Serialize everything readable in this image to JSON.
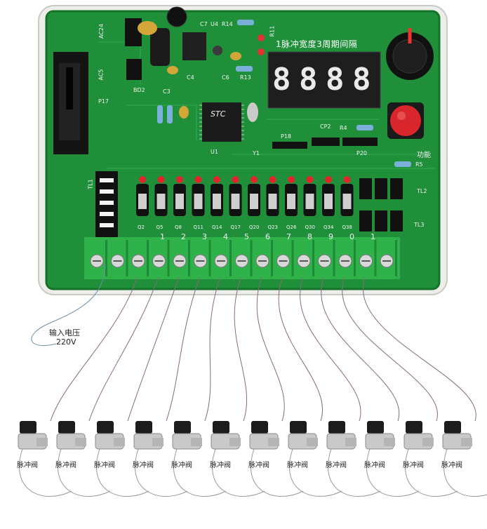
{
  "board": {
    "title_strip": "1脉冲宽度3周期间隔",
    "display_digits": [
      "8",
      "8",
      "8",
      "8"
    ],
    "chip_brand": "STC",
    "silkscreen": {
      "ac24": "AC24",
      "ac5": "AC5",
      "c7": "C7",
      "u4": "U4",
      "r14": "R14",
      "r11": "R11",
      "c6": "C6",
      "r13": "R13",
      "c4": "C4",
      "c3": "C3",
      "bd2": "BD2",
      "p17": "P17",
      "u1": "U1",
      "y1": "Y1",
      "p18": "P18",
      "cp2": "CP2",
      "r4": "R4",
      "p20": "P20",
      "r5": "R5",
      "func": "功能",
      "tl1": "TL1",
      "tl2": "TL2",
      "tl3": "TL3"
    },
    "q_labels": [
      "Q2",
      "Q5",
      "Q8",
      "Q11",
      "Q14",
      "Q17",
      "Q20",
      "Q23",
      "Q26",
      "Q30",
      "Q34",
      "Q38"
    ],
    "terminal_numbers": [
      "1",
      "2",
      "3",
      "4",
      "5",
      "6",
      "7",
      "8",
      "9",
      "0",
      "1"
    ]
  },
  "input_label_line1": "输入电压",
  "input_label_line2": "220V",
  "valves": [
    "脉冲阀",
    "脉冲阀",
    "脉冲阀",
    "脉冲阀",
    "脉冲阀",
    "脉冲阀",
    "脉冲阀",
    "脉冲阀",
    "脉冲阀",
    "脉冲阀",
    "脉冲阀",
    "脉冲阀"
  ],
  "colors": {
    "pcb_green": "#1f8f3a",
    "enclosure": "#e8e8e4",
    "terminal_green": "#2fb24a",
    "button_red": "#d9262c",
    "display_bg": "#1e1e1e"
  }
}
